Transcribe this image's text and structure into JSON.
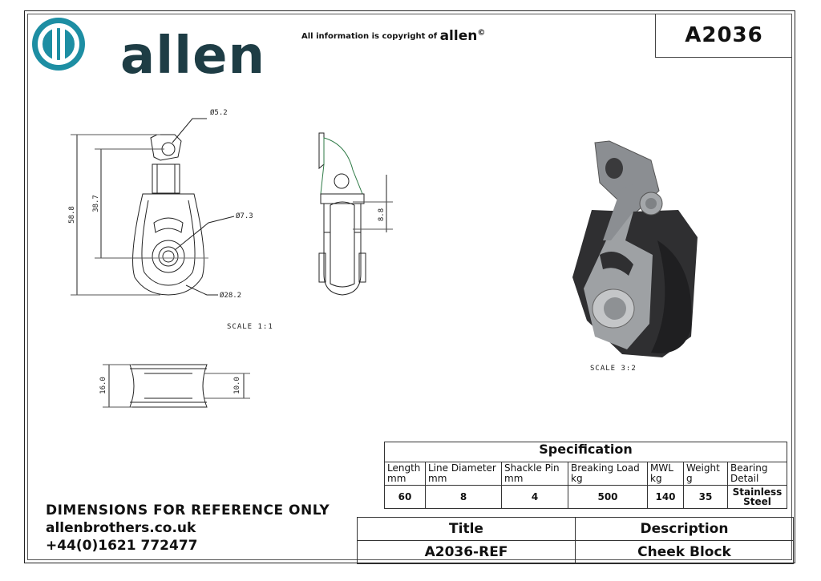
{
  "header": {
    "logo_text": "allen",
    "copyright_prefix": "All information is copyright of",
    "copyright_brand": "allen",
    "copyright_mark": "©",
    "part_number": "A2036"
  },
  "drawing": {
    "dims": {
      "shackle_hole": "Ø5.2",
      "bearing": "Ø7.3",
      "sheave": "Ø28.2",
      "overall_length": "58.8",
      "pin_to_centre": "38.7",
      "side_gap": "8.8",
      "sheave_width": "16.0",
      "sheave_groove": "10.0"
    },
    "scale_front": "SCALE 1:1",
    "scale_iso": "SCALE 3:2"
  },
  "spec": {
    "heading": "Specification",
    "columns": [
      {
        "label": "Length",
        "unit": "mm"
      },
      {
        "label": "Line Diameter",
        "unit": "mm"
      },
      {
        "label": "Shackle Pin",
        "unit": "mm"
      },
      {
        "label": "Breaking Load",
        "unit": "kg"
      },
      {
        "label": "MWL",
        "unit": "kg"
      },
      {
        "label": "Weight",
        "unit": "g"
      },
      {
        "label": "Bearing",
        "unit": "Detail"
      }
    ],
    "values": [
      "60",
      "8",
      "4",
      "500",
      "140",
      "35",
      "Stainless Steel"
    ]
  },
  "footer": {
    "disclaimer": "DIMENSIONS FOR REFERENCE ONLY",
    "website": "allenbrothers.co.uk",
    "phone": "+44(0)1621 772477"
  },
  "title_block": {
    "title_label": "Title",
    "description_label": "Description",
    "title_value": "A2036-REF",
    "description_value": "Cheek Block"
  },
  "colors": {
    "logo_teal": "#1d8ea3",
    "logo_dark": "#1e3d45",
    "block_dark": "#2f2f31",
    "metal": "#a9acaf"
  }
}
